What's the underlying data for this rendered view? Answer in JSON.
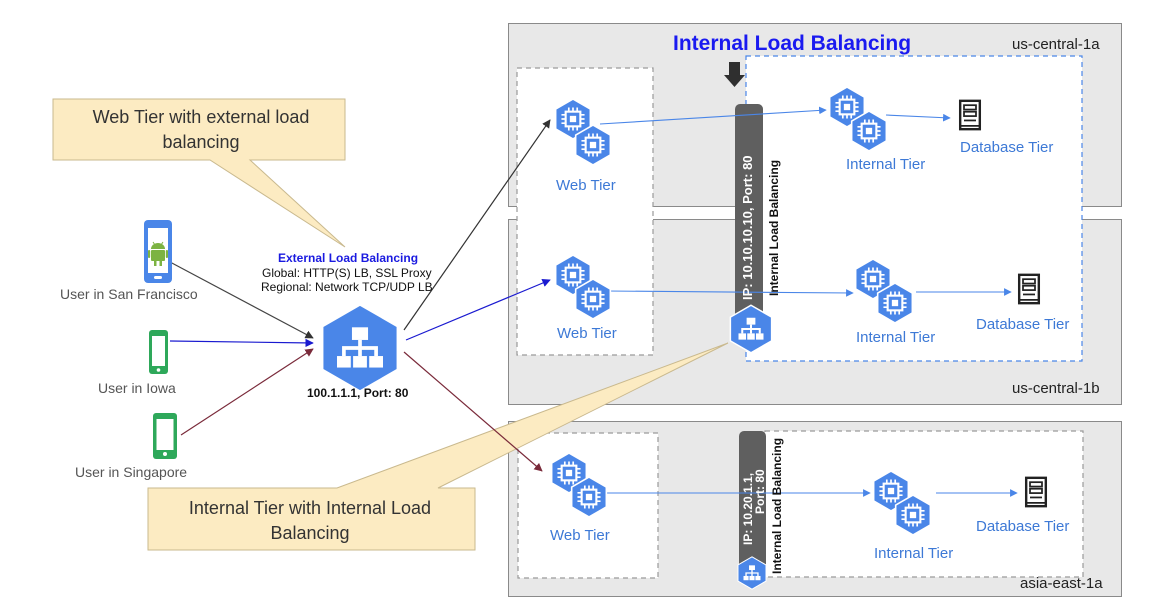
{
  "title": "Internal Load Balancing",
  "regions": {
    "us_central_1a": "us-central-1a",
    "us_central_1b": "us-central-1b",
    "asia_east_1a": "asia-east-1a"
  },
  "tiers": {
    "web": "Web Tier",
    "internal": "Internal Tier",
    "database": "Database Tier"
  },
  "callouts": {
    "top": "Web Tier with external load balancing",
    "bottom": "Internal Tier with Internal Load Balancing"
  },
  "external_lb": {
    "title": "External Load Balancing",
    "line1": "Global: HTTP(S) LB, SSL Proxy",
    "line2": "Regional: Network TCP/UDP LB",
    "address": "100.1.1.1, Port: 80"
  },
  "users": {
    "sf": "User in San Francisco",
    "iowa": "User in Iowa",
    "singapore": "User in Singapore"
  },
  "ilb_us": {
    "ip": "IP: 10.10.10.10, Port: 80",
    "label": "Internal Load Balancing"
  },
  "ilb_asia": {
    "ip_line1": "IP: 10.20.1.1,",
    "ip_line2": "Port: 80",
    "label": "Internal Load Balancing"
  },
  "icons": [
    "compute-engine-icon",
    "load-balancer-icon",
    "database-server-icon",
    "android-phone-icon",
    "phone-icon",
    "down-arrow-icon"
  ],
  "colors": {
    "gcp_blue": "#4a86e8",
    "tier_text": "#3d79d6",
    "ilb_title": "#1a1af0",
    "user_sf_line": "#444444",
    "user_iowa_line": "#1a1ad0",
    "user_singapore_line": "#7a2a3a",
    "callout_fill": "#fcebc2",
    "android_phone": "#4a86e8",
    "phone_green": "#2ea85a"
  }
}
